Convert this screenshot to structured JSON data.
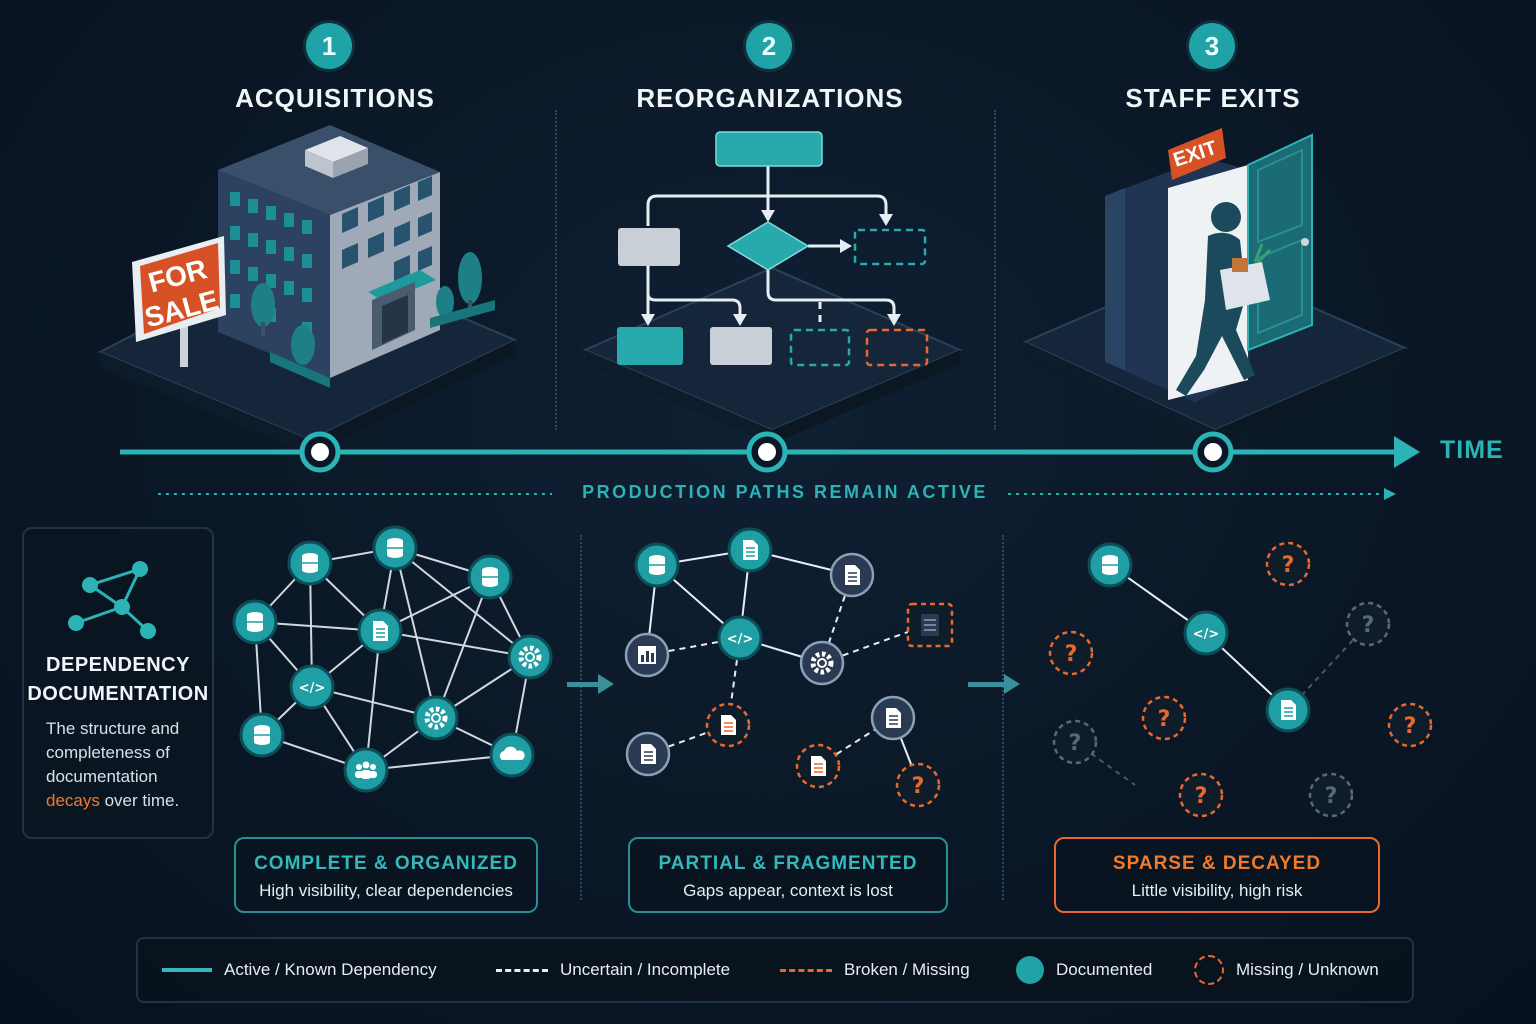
{
  "stages": [
    {
      "number": "1",
      "title": "ACQUISITIONS"
    },
    {
      "number": "2",
      "title": "REORGANIZATIONS"
    },
    {
      "number": "3",
      "title": "STAFF EXITS"
    }
  ],
  "for_sale_sign": [
    "FOR",
    "SALE"
  ],
  "exit_sign": "EXIT",
  "timeline": {
    "time_label": "TIME",
    "production_label": "PRODUCTION PATHS REMAIN ACTIVE"
  },
  "dependency": {
    "title_line1": "DEPENDENCY",
    "title_line2": "DOCUMENTATION",
    "desc_before": "The structure and completeness of documentation ",
    "desc_highlight": "decays",
    "desc_after": " over time."
  },
  "statuses": [
    {
      "title": "COMPLETE & ORGANIZED",
      "subtitle": "High visibility, clear dependencies"
    },
    {
      "title": "PARTIAL & FRAGMENTED",
      "subtitle": "Gaps appear, context is lost"
    },
    {
      "title": "SPARSE & DECAYED",
      "subtitle": "Little visibility, high risk"
    }
  ],
  "legend": [
    {
      "label": "Active / Known Dependency",
      "icon": "solid-line"
    },
    {
      "label": "Uncertain / Incomplete",
      "icon": "dashed-line-white"
    },
    {
      "label": "Broken / Missing",
      "icon": "dashed-line-orange"
    },
    {
      "label": "Documented",
      "icon": "filled-circle"
    },
    {
      "label": "Missing / Unknown",
      "icon": "dashed-circle-orange"
    }
  ],
  "colors": {
    "teal": "#1fa3a6",
    "orange": "#e8692b",
    "background": "#0a1726"
  }
}
